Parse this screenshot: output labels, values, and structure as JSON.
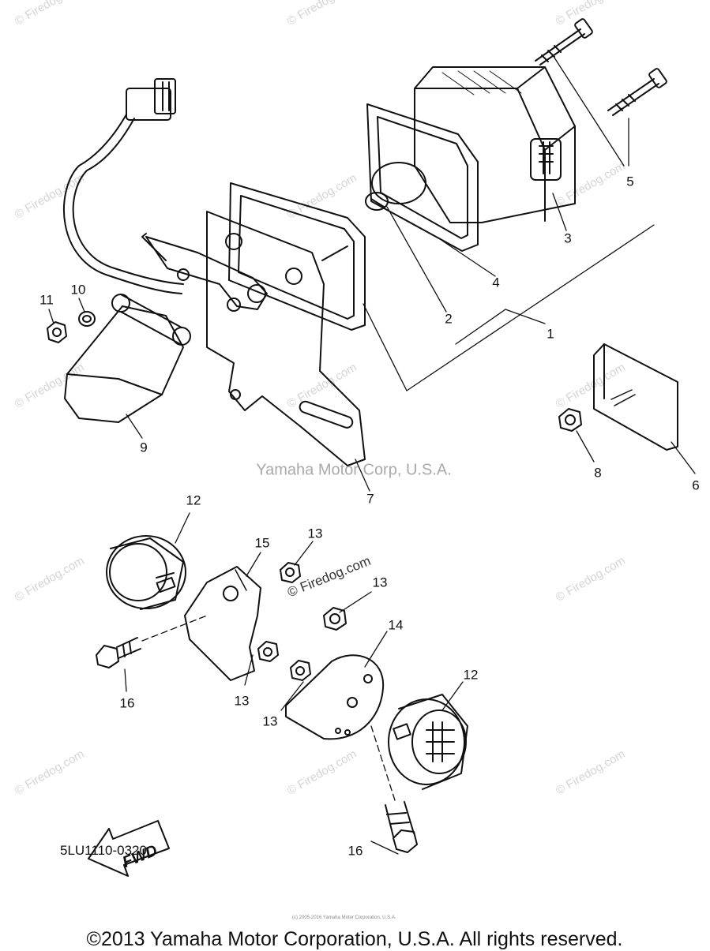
{
  "diagram": {
    "callouts": [
      {
        "id": "1",
        "label": "1"
      },
      {
        "id": "2",
        "label": "2"
      },
      {
        "id": "3",
        "label": "3"
      },
      {
        "id": "4",
        "label": "4"
      },
      {
        "id": "5",
        "label": "5"
      },
      {
        "id": "6",
        "label": "6"
      },
      {
        "id": "7",
        "label": "7"
      },
      {
        "id": "8",
        "label": "8"
      },
      {
        "id": "9",
        "label": "9"
      },
      {
        "id": "10",
        "label": "10"
      },
      {
        "id": "11",
        "label": "11"
      },
      {
        "id": "12a",
        "label": "12"
      },
      {
        "id": "12b",
        "label": "12"
      },
      {
        "id": "13a",
        "label": "13"
      },
      {
        "id": "13b",
        "label": "13"
      },
      {
        "id": "13c",
        "label": "13"
      },
      {
        "id": "13d",
        "label": "13"
      },
      {
        "id": "14",
        "label": "14"
      },
      {
        "id": "15",
        "label": "15"
      },
      {
        "id": "16a",
        "label": "16"
      },
      {
        "id": "16b",
        "label": "16"
      }
    ],
    "fwd_arrow_text": "FWD",
    "diagram_code": "5LU1110-0320"
  },
  "watermarks": {
    "center": "Yamaha Motor Corp, U.S.A.",
    "firedog_label": "© Firedog.com",
    "tile_text": "© Firedog.com"
  },
  "footer": {
    "small_copyright": "(c) 2005-2016 Yamaha Motor Corporation, U.S.A.",
    "copyright": "©2013 Yamaha Motor Corporation, U.S.A. All rights reserved."
  }
}
